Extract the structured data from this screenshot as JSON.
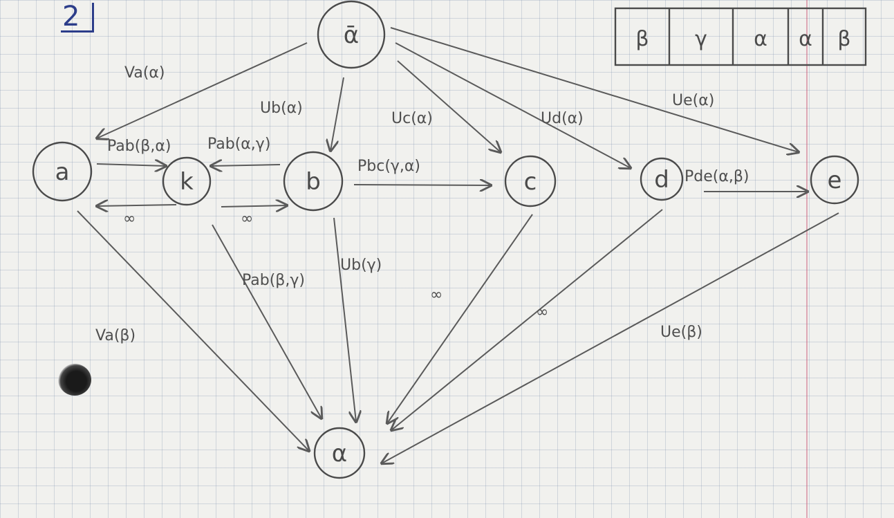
{
  "page_number": "2",
  "nodes": [
    {
      "id": "alpha_bar",
      "label": "ᾱ"
    },
    {
      "id": "a",
      "label": "a"
    },
    {
      "id": "k",
      "label": "k"
    },
    {
      "id": "b",
      "label": "b"
    },
    {
      "id": "c",
      "label": "c"
    },
    {
      "id": "d",
      "label": "d"
    },
    {
      "id": "e",
      "label": "e"
    },
    {
      "id": "alpha",
      "label": "α"
    }
  ],
  "edges": [
    {
      "id": "alphabar-a",
      "label": "Va(α)"
    },
    {
      "id": "alphabar-b",
      "label": "Ub(α)"
    },
    {
      "id": "alphabar-c",
      "label": "Uc(α)"
    },
    {
      "id": "alphabar-d",
      "label": "Ud(α)"
    },
    {
      "id": "alphabar-e",
      "label": "Ue(α)"
    },
    {
      "id": "a-k",
      "label": "Pab(β,α)"
    },
    {
      "id": "k-a",
      "label": "∞"
    },
    {
      "id": "b-k",
      "label": "Pab(α,γ)"
    },
    {
      "id": "k-b",
      "label": "∞"
    },
    {
      "id": "b-c",
      "label": "Pbc(γ,α)"
    },
    {
      "id": "d-e",
      "label": "Pde(α,β)"
    },
    {
      "id": "a-alpha",
      "label": "Va(β)"
    },
    {
      "id": "k-alpha",
      "label": "Pab(β,γ)"
    },
    {
      "id": "b-alpha",
      "label": "Ub(γ)"
    },
    {
      "id": "c-alpha",
      "label": "∞"
    },
    {
      "id": "d-alpha",
      "label": "∞"
    },
    {
      "id": "e-alpha",
      "label": "Ue(β)"
    }
  ],
  "label_table": [
    "β",
    "γ",
    "α",
    "α",
    "β"
  ]
}
